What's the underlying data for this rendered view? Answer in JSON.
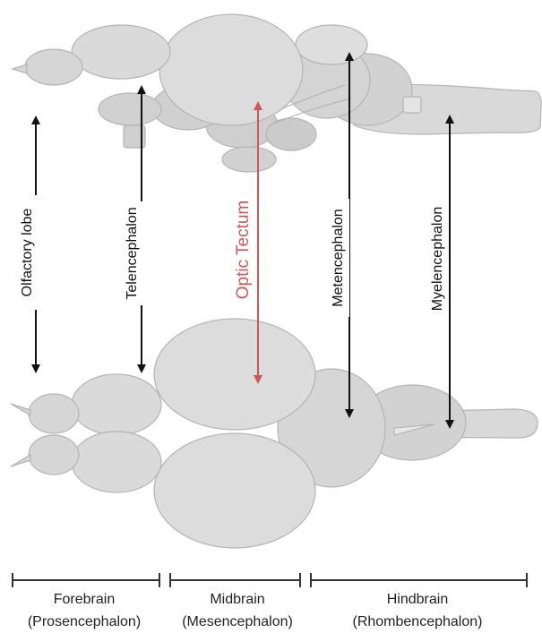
{
  "colors": {
    "brain_fill": "#d9d9d9",
    "brain_light": "#e6e6e6",
    "brain_shade": "#c4c4c4",
    "outline": "#b4b4b4",
    "arrow": "#111111",
    "accent": "#c9595b",
    "text": "#222222"
  },
  "labels": {
    "olfactory_lobe": "Olfactory lobe",
    "telencephalon": "Telencephalon",
    "optic_tectum": "Optic Tectum",
    "metencephalon": "Metencephalon",
    "myelencephalon": "Myelencephalon"
  },
  "regions": [
    {
      "name": "Forebrain",
      "subtitle": "(Prosencephalon)"
    },
    {
      "name": "Midbrain",
      "subtitle": "(Mesencephalon)"
    },
    {
      "name": "Hindbrain",
      "subtitle": "(Rhombencephalon)"
    }
  ]
}
